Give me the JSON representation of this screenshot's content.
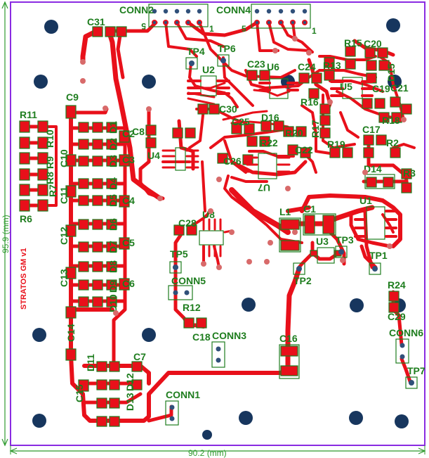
{
  "board": {
    "title": "STRATOS GM v1",
    "width_dim": "90.2 (mm)",
    "height_dim": "95.9 (mm)",
    "colors": {
      "trace": "#e8101a",
      "silk": "#1e7d1e",
      "mount_hole": "#17365e",
      "outline": "#8a2be2",
      "dimension": "#2e9a2e"
    }
  },
  "labels": {
    "conn2": "CONN2",
    "conn4": "CONN4",
    "conn5": "CONN5",
    "conn3": "CONN3",
    "conn1": "CONN1",
    "conn6": "CONN6",
    "c31": "C31",
    "c9": "C9",
    "c10": "C10",
    "c11": "C11",
    "c12": "C12",
    "c13": "C13",
    "c14": "C14",
    "c15": "C15",
    "c2": "C2",
    "c3": "C3",
    "c4": "C4",
    "c5": "C5",
    "c6": "C6",
    "c7": "C7",
    "r11": "R11",
    "r10": "R10",
    "r9": "R9",
    "r8": "R8",
    "r7": "R7",
    "r6": "R6",
    "d1": "D1",
    "d2": "D2",
    "d3": "D3",
    "d4": "D4",
    "d5": "D5",
    "d6": "D6",
    "d7": "D7",
    "d8": "D8",
    "d9": "D9",
    "d10": "D10",
    "d11": "D11",
    "d12": "D12",
    "d13": "D13",
    "tp4": "TP4",
    "tp6": "TP6",
    "u2": "U2",
    "c23": "C23",
    "u6": "U6",
    "c24": "C24",
    "r15": "R15",
    "c20": "C20",
    "r13": "R13",
    "d15": "D15",
    "c19": "C19",
    "c21": "C21",
    "u5": "U5",
    "r16": "R16",
    "r17": "R17",
    "r18": "R18",
    "c30": "C30",
    "c8": "C8",
    "u4": "U4",
    "c25": "C25",
    "d16": "D16",
    "r20": "R20",
    "r22": "R22",
    "c22": "C22",
    "c26": "C26",
    "u7": "U7",
    "r19": "R19",
    "r2": "R2",
    "d14": "D14",
    "r3": "R3",
    "c17": "C17",
    "c28": "C28",
    "u8": "U8",
    "l1": "L1",
    "c1": "C1",
    "u1": "U1",
    "u3": "U3",
    "tp3": "TP3",
    "tp5": "TP5",
    "tp2": "TP2",
    "tp1": "TP1",
    "r12": "R12",
    "c18": "C18",
    "r24": "R24",
    "c29": "C29",
    "c16": "C16",
    "tp7": "TP7",
    "pin5_a": "5",
    "pin1_a": "1",
    "pin5_b": "5",
    "pin1_b": "1"
  }
}
